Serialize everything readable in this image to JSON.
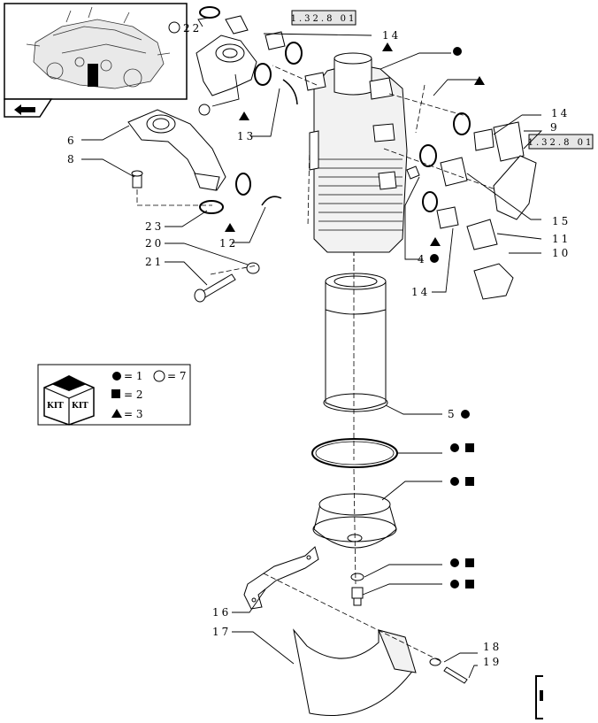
{
  "references": {
    "top": "1.32.8 01",
    "right": "1.32.8 01"
  },
  "callouts": {
    "c22": "22",
    "c14a": "14",
    "c14b": "14",
    "c14c": "14",
    "c13": "13",
    "c6": "6",
    "c8": "8",
    "c9": "9",
    "c15": "15",
    "c11": "11",
    "c10": "10",
    "c4": "4",
    "c23": "23",
    "c20": "20",
    "c21": "21",
    "c12": "12",
    "c5": "5",
    "c16": "16",
    "c17": "17",
    "c18": "18",
    "c19": "19"
  },
  "kit_legend": {
    "circle_filled": "= 1",
    "circle_open": "= 7",
    "square_filled": "= 2",
    "triangle_filled": "= 3",
    "badge_left": "KIT",
    "badge_right": "KIT"
  },
  "colors": {
    "ink": "#000000",
    "paper": "#ffffff",
    "ref_box_fill": "#e6e6e6"
  },
  "icons": {
    "navigation": "arrow-back-icon",
    "kit": "kit-box-icon"
  }
}
